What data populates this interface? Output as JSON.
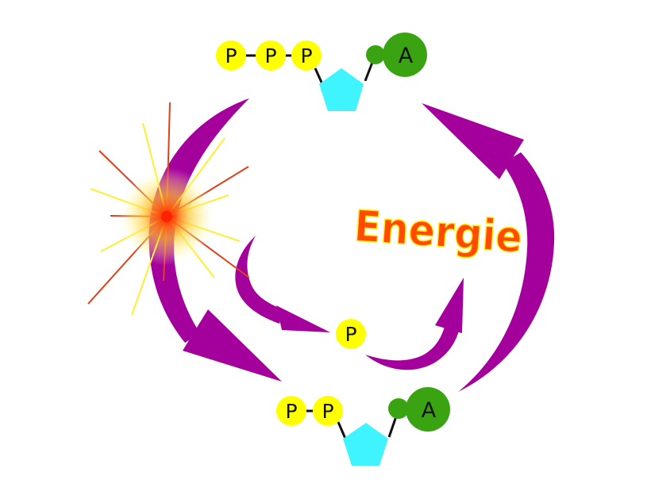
{
  "diagram": {
    "energy_label": "Energie",
    "atp": {
      "phosphates": [
        "P",
        "P",
        "P"
      ],
      "base_label": "A"
    },
    "adp": {
      "phosphates": [
        "P",
        "P"
      ],
      "base_label": "A"
    },
    "free_phosphate": "P"
  },
  "colors": {
    "arrow": "#a4009c",
    "phosphate": "#ffff00",
    "sugar": "#3ff4ff",
    "base": "#3aa312",
    "energy_text": "#ff4a00",
    "energy_outline": "#ffee00",
    "burst_core": "#ff2200",
    "burst_ray_red": "#e0401a",
    "burst_ray_yellow": "#ffee33"
  }
}
